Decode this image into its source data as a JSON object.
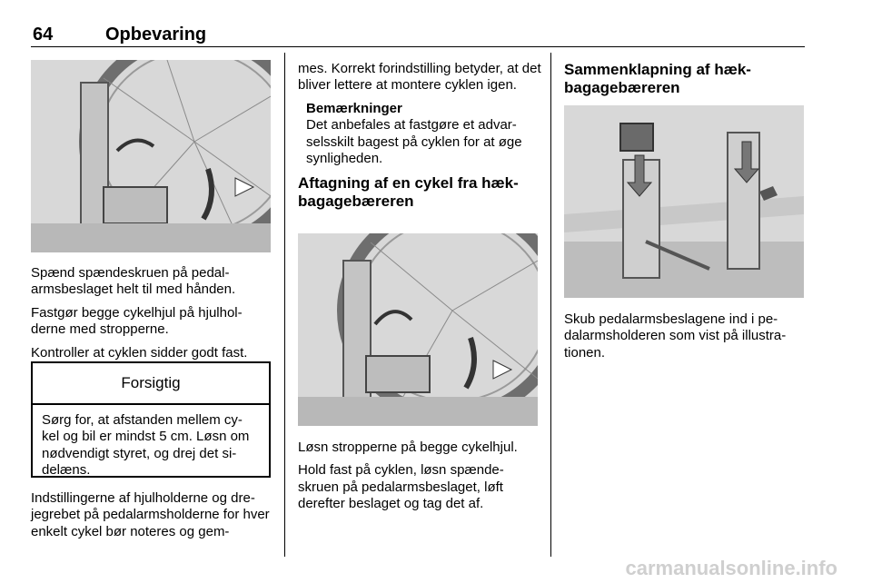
{
  "header": {
    "page_number": "64",
    "title": "Opbevaring"
  },
  "column1": {
    "para1": "Spænd spændeskruen på pedal-armsbeslaget helt til med hånden.",
    "para2": "Fastgør begge cykelhjul på hjulhol-derne med stropperne.",
    "para3": "Kontroller at cyklen sidder godt fast.",
    "caution": {
      "title": "Forsigtig",
      "text": "Sørg for, at afstanden mellem cy-kel og bil er mindst 5 cm. Løsn om nødvendigt styret, og drej det si-delæns."
    },
    "para4": "Indstillingerne af hjulholderne og dre-jegrebet på pedalarmsholderne for hver enkelt cykel bør noteres og gem-"
  },
  "column2": {
    "para1": "mes. Korrekt forindstilling betyder, at det bliver lettere at montere cyklen igen.",
    "note_title": "Bemærkninger",
    "note_text": "Det anbefales at fastgøre et advar-selsskilt bagest på cyklen for at øge synligheden.",
    "heading": "Aftagning af en cykel fra hæk-bagagebæreren",
    "para2": "Løsn stropperne på begge cykelhjul.",
    "para3": "Hold fast på cyklen, løsn spænde-skruen på pedalarmsbeslaget, løft derefter beslaget og tag det af."
  },
  "column3": {
    "heading": "Sammenklapning af hæk-bagagebæreren",
    "para1": "Skub pedalarmsbeslagene ind i pe-dalarmsholderen som vist på illustra-tionen."
  },
  "footer": {
    "watermark": "carmanualsonline.info"
  }
}
